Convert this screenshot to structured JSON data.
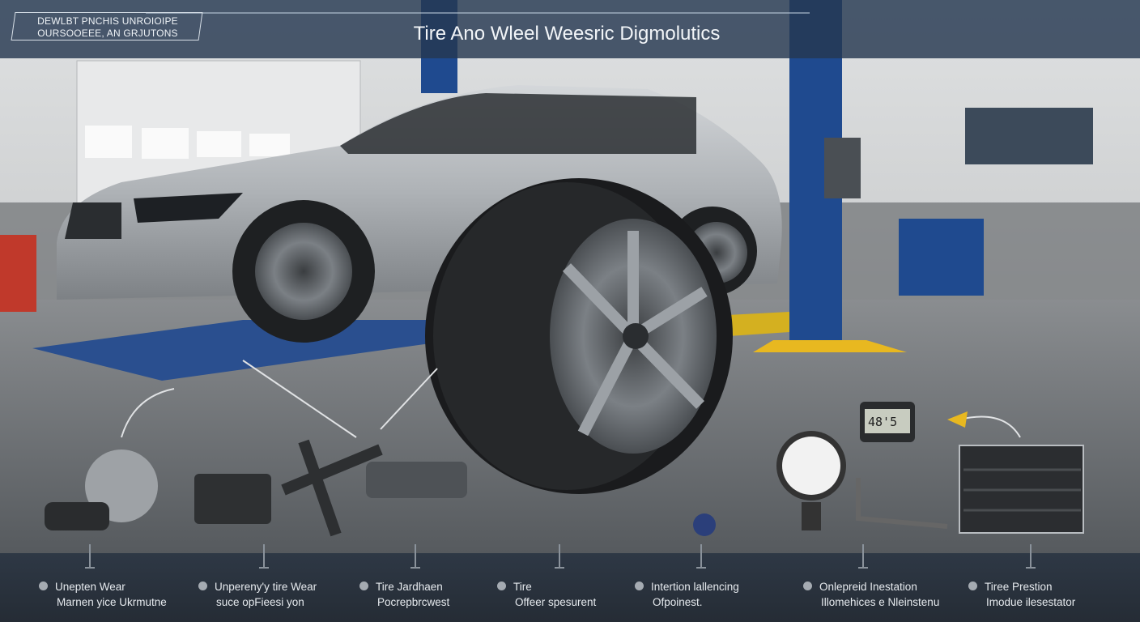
{
  "header": {
    "brand_line1": "DEWLBT PNCHIS UNROIOIPE",
    "brand_line2": "OURSOOEEE, AN GRJUTONS",
    "title": "Tire Ano Wleel Weesric Digmolutics"
  },
  "gauge_reading": "48'5",
  "labels": [
    {
      "line1": "Unepten Wear",
      "line2": "Marnen yice Ukrmutne"
    },
    {
      "line1": "Unpereny'y tire Wear",
      "line2": "suce opFieesi yon"
    },
    {
      "line1": "Tire Jardhaen",
      "line2": "Pocrepbrcwest"
    },
    {
      "line1": "Tire",
      "line2": "Offeer spesurent"
    },
    {
      "line1": "Intertion lallencing",
      "line2": "Ofpoinest."
    },
    {
      "line1": "Onlepreid Inestation",
      "line2": "Illomehices e Nleinstenu"
    },
    {
      "line1": "Tiree Prestion",
      "line2": "Imodue ilesestator"
    }
  ],
  "colors": {
    "header": "#263850",
    "footer": "#2a323c",
    "lift": "#1f4a8f",
    "accent": "#e8b820"
  }
}
